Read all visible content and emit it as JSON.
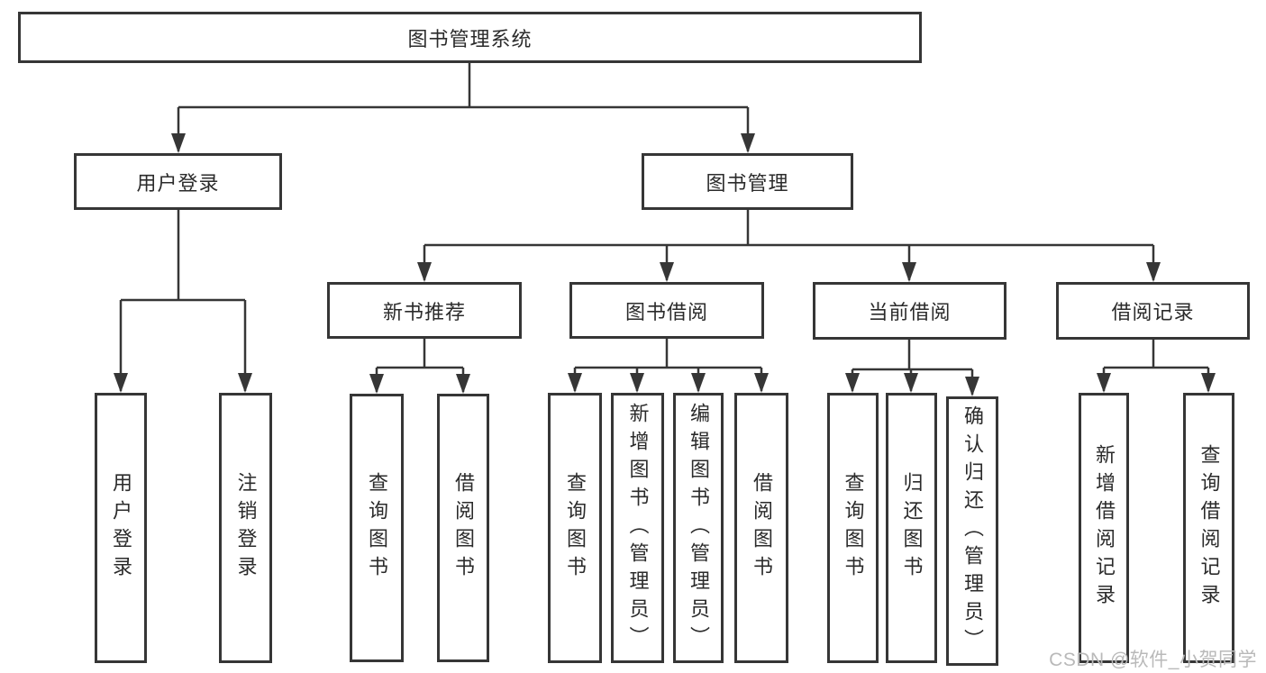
{
  "diagram": {
    "type": "tree",
    "root": {
      "label": "图书管理系统",
      "children": [
        {
          "label": "用户登录",
          "children": [
            {
              "label": "用户登录"
            },
            {
              "label": "注销登录"
            }
          ]
        },
        {
          "label": "图书管理",
          "children": [
            {
              "label": "新书推荐",
              "children": [
                {
                  "label": "查询图书"
                },
                {
                  "label": "借阅图书"
                }
              ]
            },
            {
              "label": "图书借阅",
              "children": [
                {
                  "label": "查询图书"
                },
                {
                  "label": "新增图书（管理员）"
                },
                {
                  "label": "编辑图书（管理员）"
                },
                {
                  "label": "借阅图书"
                }
              ]
            },
            {
              "label": "当前借阅",
              "children": [
                {
                  "label": "查询图书"
                },
                {
                  "label": "归还图书"
                },
                {
                  "label": "确认归还（管理员）"
                }
              ]
            },
            {
              "label": "借阅记录",
              "children": [
                {
                  "label": "新增借阅记录"
                },
                {
                  "label": "查询借阅记录"
                }
              ]
            }
          ]
        }
      ]
    }
  },
  "watermark": "CSDN @软件_小贺同学",
  "colors": {
    "line": "#363636",
    "text": "#2b2b2b",
    "watermark": "#b9b9b9",
    "background": "#ffffff"
  }
}
